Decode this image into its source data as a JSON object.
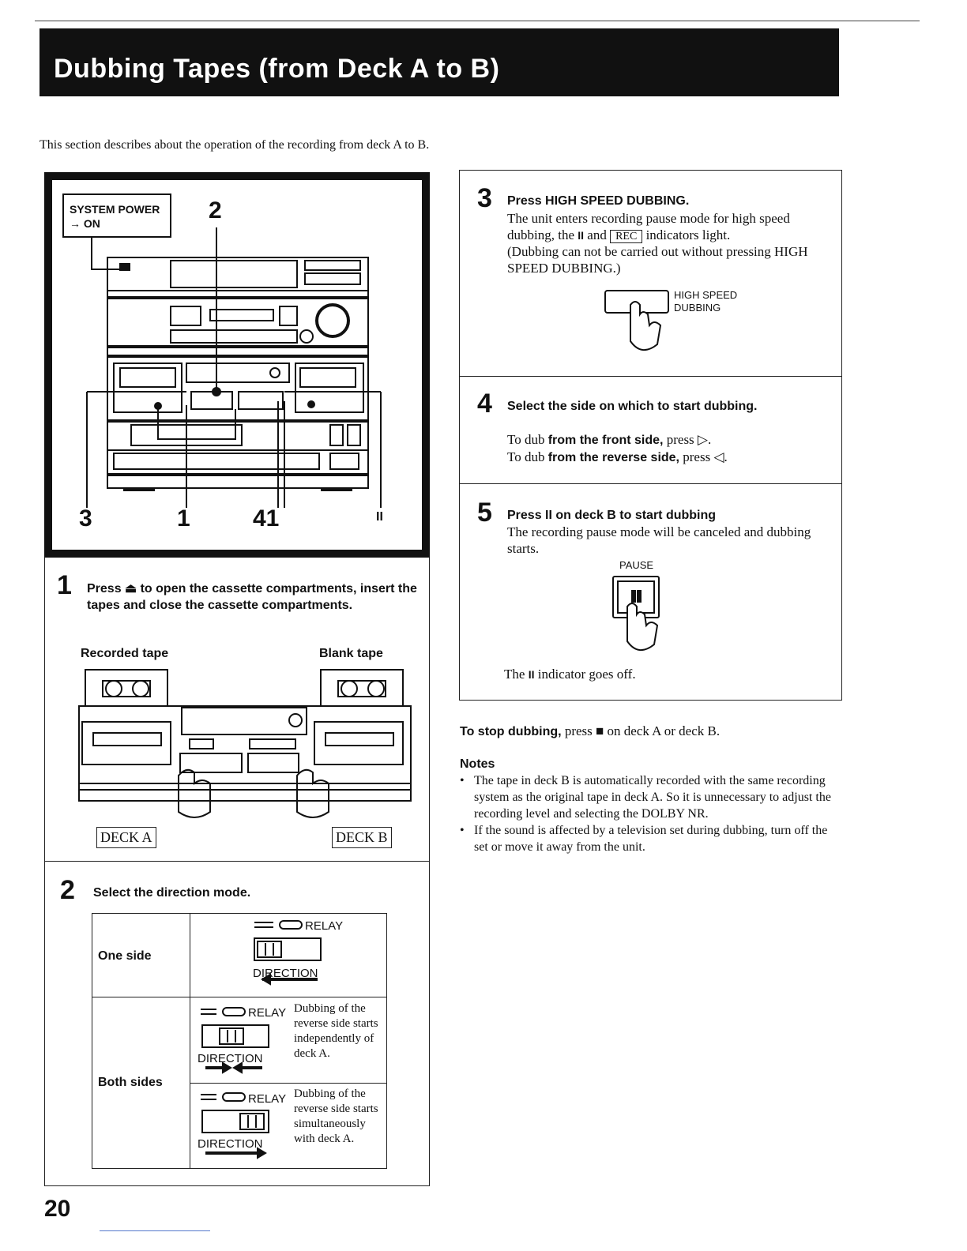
{
  "header": {
    "title": "Dubbing Tapes (from Deck A to B)",
    "intro": "This section describes about the operation of the recording from deck A to B."
  },
  "figure": {
    "system_power_line1": "SYSTEM POWER",
    "system_power_line2": "→ ON",
    "callout_top": "2",
    "callout_3": "3",
    "callout_1": "1",
    "callout_41": "41",
    "callout_pause": "II"
  },
  "step1": {
    "number": "1",
    "heading": "Press ⏏ to open the cassette compartments, insert the tapes and close the cassette compartments.",
    "recorded_label": "Recorded tape",
    "blank_label": "Blank tape",
    "deck_a": "DECK A",
    "deck_b": "DECK B"
  },
  "step2": {
    "number": "2",
    "heading": "Select the direction mode.",
    "one_side_label": "One side",
    "both_sides_label": "Both sides",
    "relay_label": "RELAY",
    "direction_label": "DIRECTION",
    "independent_text": "Dubbing of the reverse side starts independently of deck A.",
    "simultaneous_text": "Dubbing of the reverse side starts simultaneously with deck A."
  },
  "step3": {
    "number": "3",
    "heading": "Press HIGH SPEED DUBBING.",
    "body_part1": "The unit enters recording pause mode for high speed dubbing, the",
    "body_part2": "and",
    "body_part3": "indicators light.",
    "pause_symbol": "II",
    "rec_indicator": "REC",
    "note": "(Dubbing can not be carried out without pressing HIGH SPEED DUBBING.)",
    "button_label_line1": "HIGH SPEED",
    "button_label_line2": "DUBBING"
  },
  "step4": {
    "number": "4",
    "heading": "Select the side on which to start dubbing.",
    "line1_prefix": "To dub",
    "line1_bold": "from the front side,",
    "line1_suffix": "press ▷.",
    "line2_prefix": "To dub",
    "line2_bold": "from the reverse side,",
    "line2_suffix": "press ◁."
  },
  "step5": {
    "number": "5",
    "heading": "Press II on deck B to start dubbing",
    "body": "The recording pause mode will be canceled and dubbing starts.",
    "pause_label": "PAUSE",
    "button_symbol": "II",
    "footer_prefix": "The",
    "footer_symbol": "II",
    "footer_suffix": "indicator goes off."
  },
  "stop": {
    "bold": "To stop dubbing,",
    "rest": "press ■ on deck A or deck B."
  },
  "notes": {
    "heading": "Notes",
    "items": [
      "The tape in deck B is automatically recorded with the same recording system as the original tape in deck A. So it is unnecessary to adjust the recording level and selecting the DOLBY NR.",
      "If the sound is affected by a television set during dubbing, turn off the set or move it away from the unit."
    ]
  },
  "page_number": "20"
}
